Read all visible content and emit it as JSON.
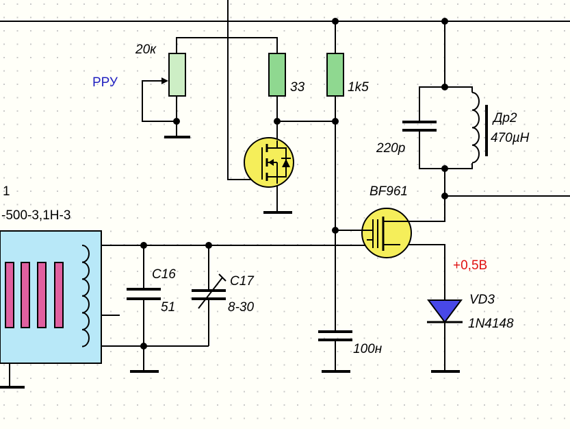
{
  "colors": {
    "background": "#fffff8",
    "grid_dot": "#c8c8c8",
    "wire": "#000000",
    "resistor_fill": "#8fd890",
    "resistor_light_fill": "#cdeec5",
    "transistor_fill": "#f5ee5a",
    "diode_fill": "#4848e8",
    "filter_fill": "#b8e8f8",
    "filter_element": "#e060a0",
    "agc_label": "#2020c0",
    "voltage_label": "#e01010"
  },
  "labels": {
    "agc": "РРУ",
    "pot_value": "20к",
    "r33": "33",
    "r1k5": "1k5",
    "inductor_name": "Др2",
    "inductor_value": "470µH",
    "cap_220p": "220р",
    "transistor": "BF961",
    "filter_name_partial": "1",
    "filter_model_partial": "-500-3,1Н-3",
    "c16_name": "C16",
    "c16_value": "51",
    "c17_name": "C17",
    "c17_value": "8-30",
    "c100n": "100н",
    "voltage": "+0,5В",
    "diode_name": "VD3",
    "diode_model": "1N4148"
  }
}
